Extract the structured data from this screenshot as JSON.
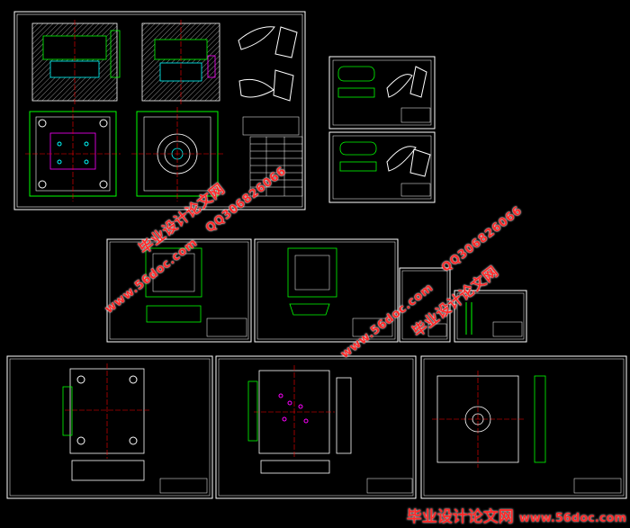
{
  "watermark": {
    "site_cn": "毕业设计论文网",
    "site_url": "www.56doc.com",
    "qq": "QQ306826066"
  },
  "footer": {
    "site_cn": "毕业设计论文网",
    "site_url": "www.56doc.com"
  },
  "colors": {
    "background": "#000000",
    "border": "#ffffff",
    "drawing_green": "#00ff00",
    "drawing_cyan": "#00ffff",
    "center_line": "#ff0000",
    "watermark": "#ff2a2a"
  }
}
